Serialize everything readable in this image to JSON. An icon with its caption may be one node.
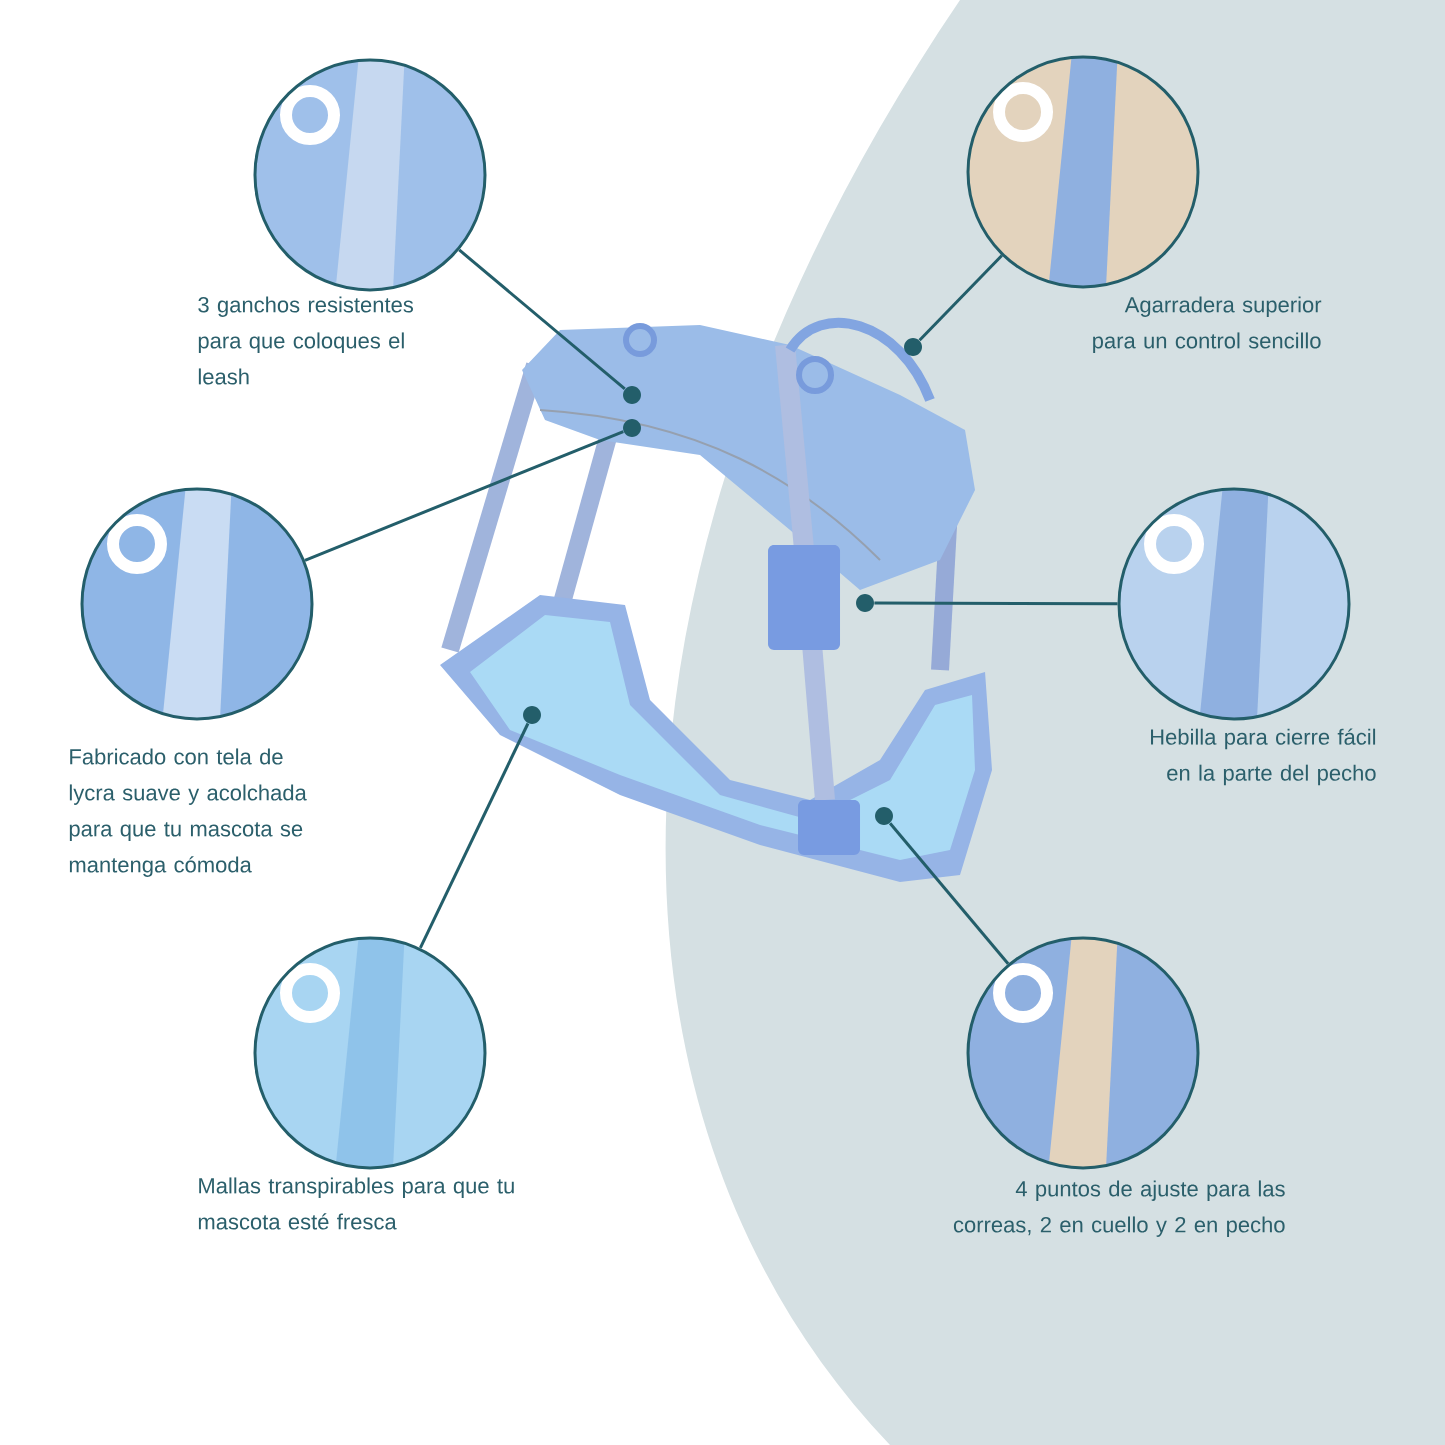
{
  "diagram": {
    "nodes": [
      {
        "text": [],
        "shape": "picture",
        "beside": [
          "3 ganchos resistentes para que coloques el leash"
        ]
      },
      {
        "text": [],
        "shape": "picture",
        "beside": [
          "Agarradera superior para un control sencillo"
        ]
      },
      {
        "text": [],
        "shape": "picture",
        "beside": [
          "Fabricado con tela de lycra suave y acolchada para que tu mascota se mantenga cómoda"
        ]
      },
      {
        "text": [],
        "shape": "picture",
        "beside": [
          "Hebilla para cierre fácil en la parte del pecho"
        ]
      },
      {
        "text": [],
        "shape": "picture",
        "beside": [
          "Mallas transpirables para que tu mascota  esté fresca"
        ]
      },
      {
        "text": [],
        "shape": "picture",
        "beside": [
          "4 puntos de ajuste para las correas, 2 en cuello y 2 en pecho"
        ]
      },
      {
        "text": [],
        "shape": "circle"
      },
      {
        "text": [],
        "shape": "circle"
      },
      {
        "text": [],
        "shape": "circle"
      },
      {
        "text": [],
        "shape": "circle"
      },
      {
        "text": [],
        "shape": "circle"
      },
      {
        "text": [],
        "shape": "circle"
      }
    ],
    "edges": [
      {
        "from": 0,
        "to": 6,
        "arrow": "none"
      },
      {
        "from": 1,
        "to": 7,
        "arrow": "none"
      },
      {
        "from": 2,
        "to": 8,
        "arrow": "none"
      },
      {
        "from": 3,
        "to": 9,
        "arrow": "none"
      },
      {
        "from": 4,
        "to": 10,
        "arrow": "none"
      },
      {
        "from": 5,
        "to": 11,
        "arrow": "none"
      }
    ]
  }
}
